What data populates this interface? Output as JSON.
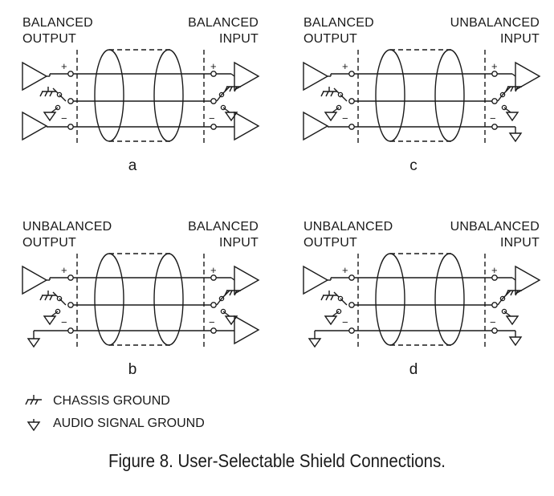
{
  "figure": {
    "title": "Figure 8. User-Selectable Shield Connections."
  },
  "panels": [
    {
      "id": "a",
      "caption": "a",
      "left_label": [
        "BALANCED",
        "OUTPUT"
      ],
      "right_label": [
        "BALANCED",
        "INPUT"
      ],
      "left_type": "balanced",
      "right_type": "balanced"
    },
    {
      "id": "c",
      "caption": "c",
      "left_label": [
        "BALANCED",
        "OUTPUT"
      ],
      "right_label": [
        "UNBALANCED",
        "INPUT"
      ],
      "left_type": "balanced",
      "right_type": "unbalanced"
    },
    {
      "id": "b",
      "caption": "b",
      "left_label": [
        "UNBALANCED",
        "OUTPUT"
      ],
      "right_label": [
        "BALANCED",
        "INPUT"
      ],
      "left_type": "unbalanced",
      "right_type": "balanced"
    },
    {
      "id": "d",
      "caption": "d",
      "left_label": [
        "UNBALANCED",
        "OUTPUT"
      ],
      "right_label": [
        "UNBALANCED",
        "INPUT"
      ],
      "left_type": "unbalanced",
      "right_type": "unbalanced"
    }
  ],
  "signs": {
    "plus": "+",
    "minus": "−"
  },
  "legend": [
    {
      "icon": "chassis-ground-icon",
      "label": "CHASSIS GROUND"
    },
    {
      "icon": "audio-signal-ground-icon",
      "label": "AUDIO SIGNAL GROUND"
    }
  ]
}
